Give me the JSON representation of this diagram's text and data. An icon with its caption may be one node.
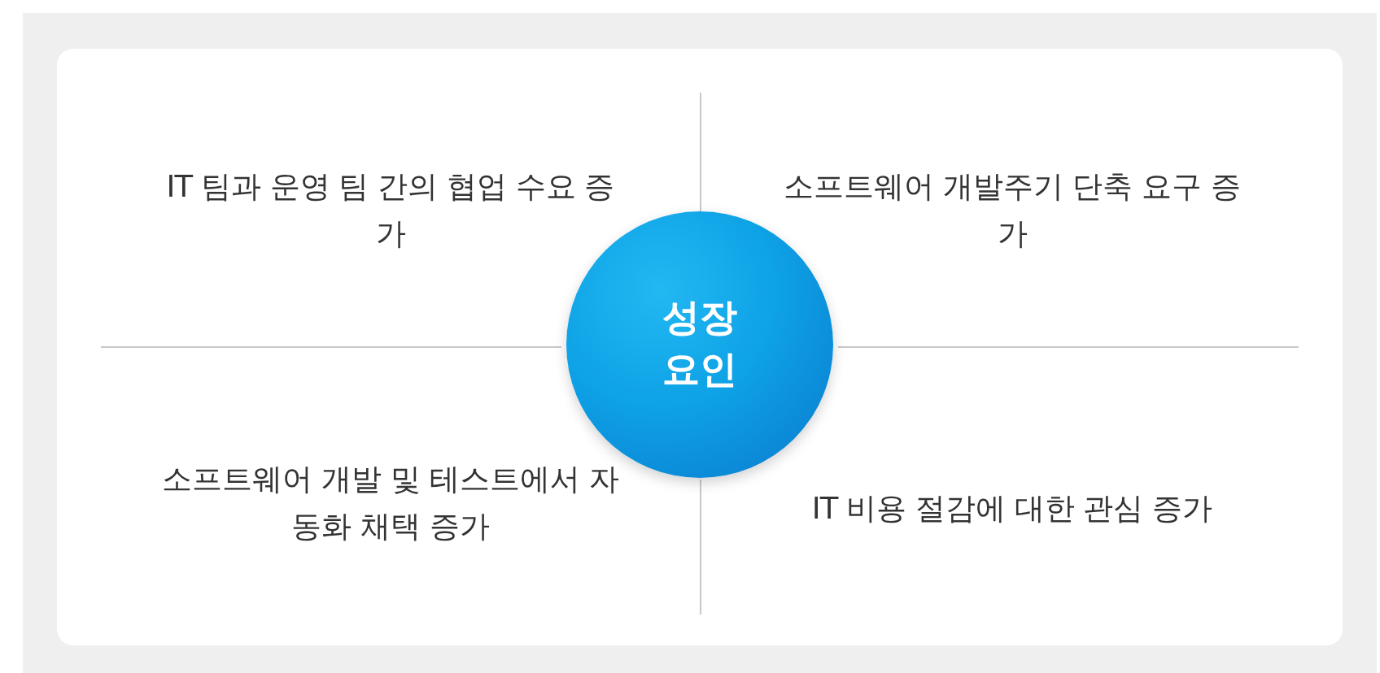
{
  "diagram": {
    "nodes": [
      {
        "text": [
          "성장 요인"
        ]
      }
    ],
    "labels": [
      "IT 팀과 운영 팀 간의 협업 수요 증가",
      "소프트웨어 개발주기 단축 요구 증가",
      "소프트웨어 개발 및 테스트에서 자동화 채택 증가",
      "IT 비용 절감에 대한 관심 증가"
    ]
  }
}
